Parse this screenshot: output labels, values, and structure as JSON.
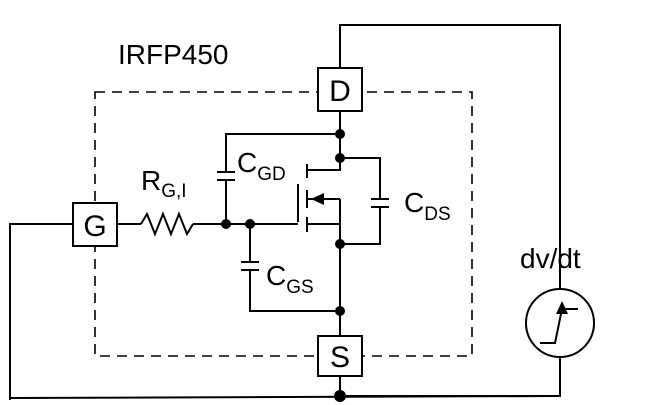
{
  "device": {
    "name": "IRFP450"
  },
  "terminals": {
    "drain": "D",
    "gate": "G",
    "source": "S"
  },
  "components": {
    "gate_resistor": {
      "symbol": "R",
      "subscript": "G,I"
    },
    "cap_gd": {
      "symbol": "C",
      "subscript": "GD"
    },
    "cap_gs": {
      "symbol": "C",
      "subscript": "GS"
    },
    "cap_ds": {
      "symbol": "C",
      "subscript": "DS"
    }
  },
  "source_label": "dv/dt"
}
